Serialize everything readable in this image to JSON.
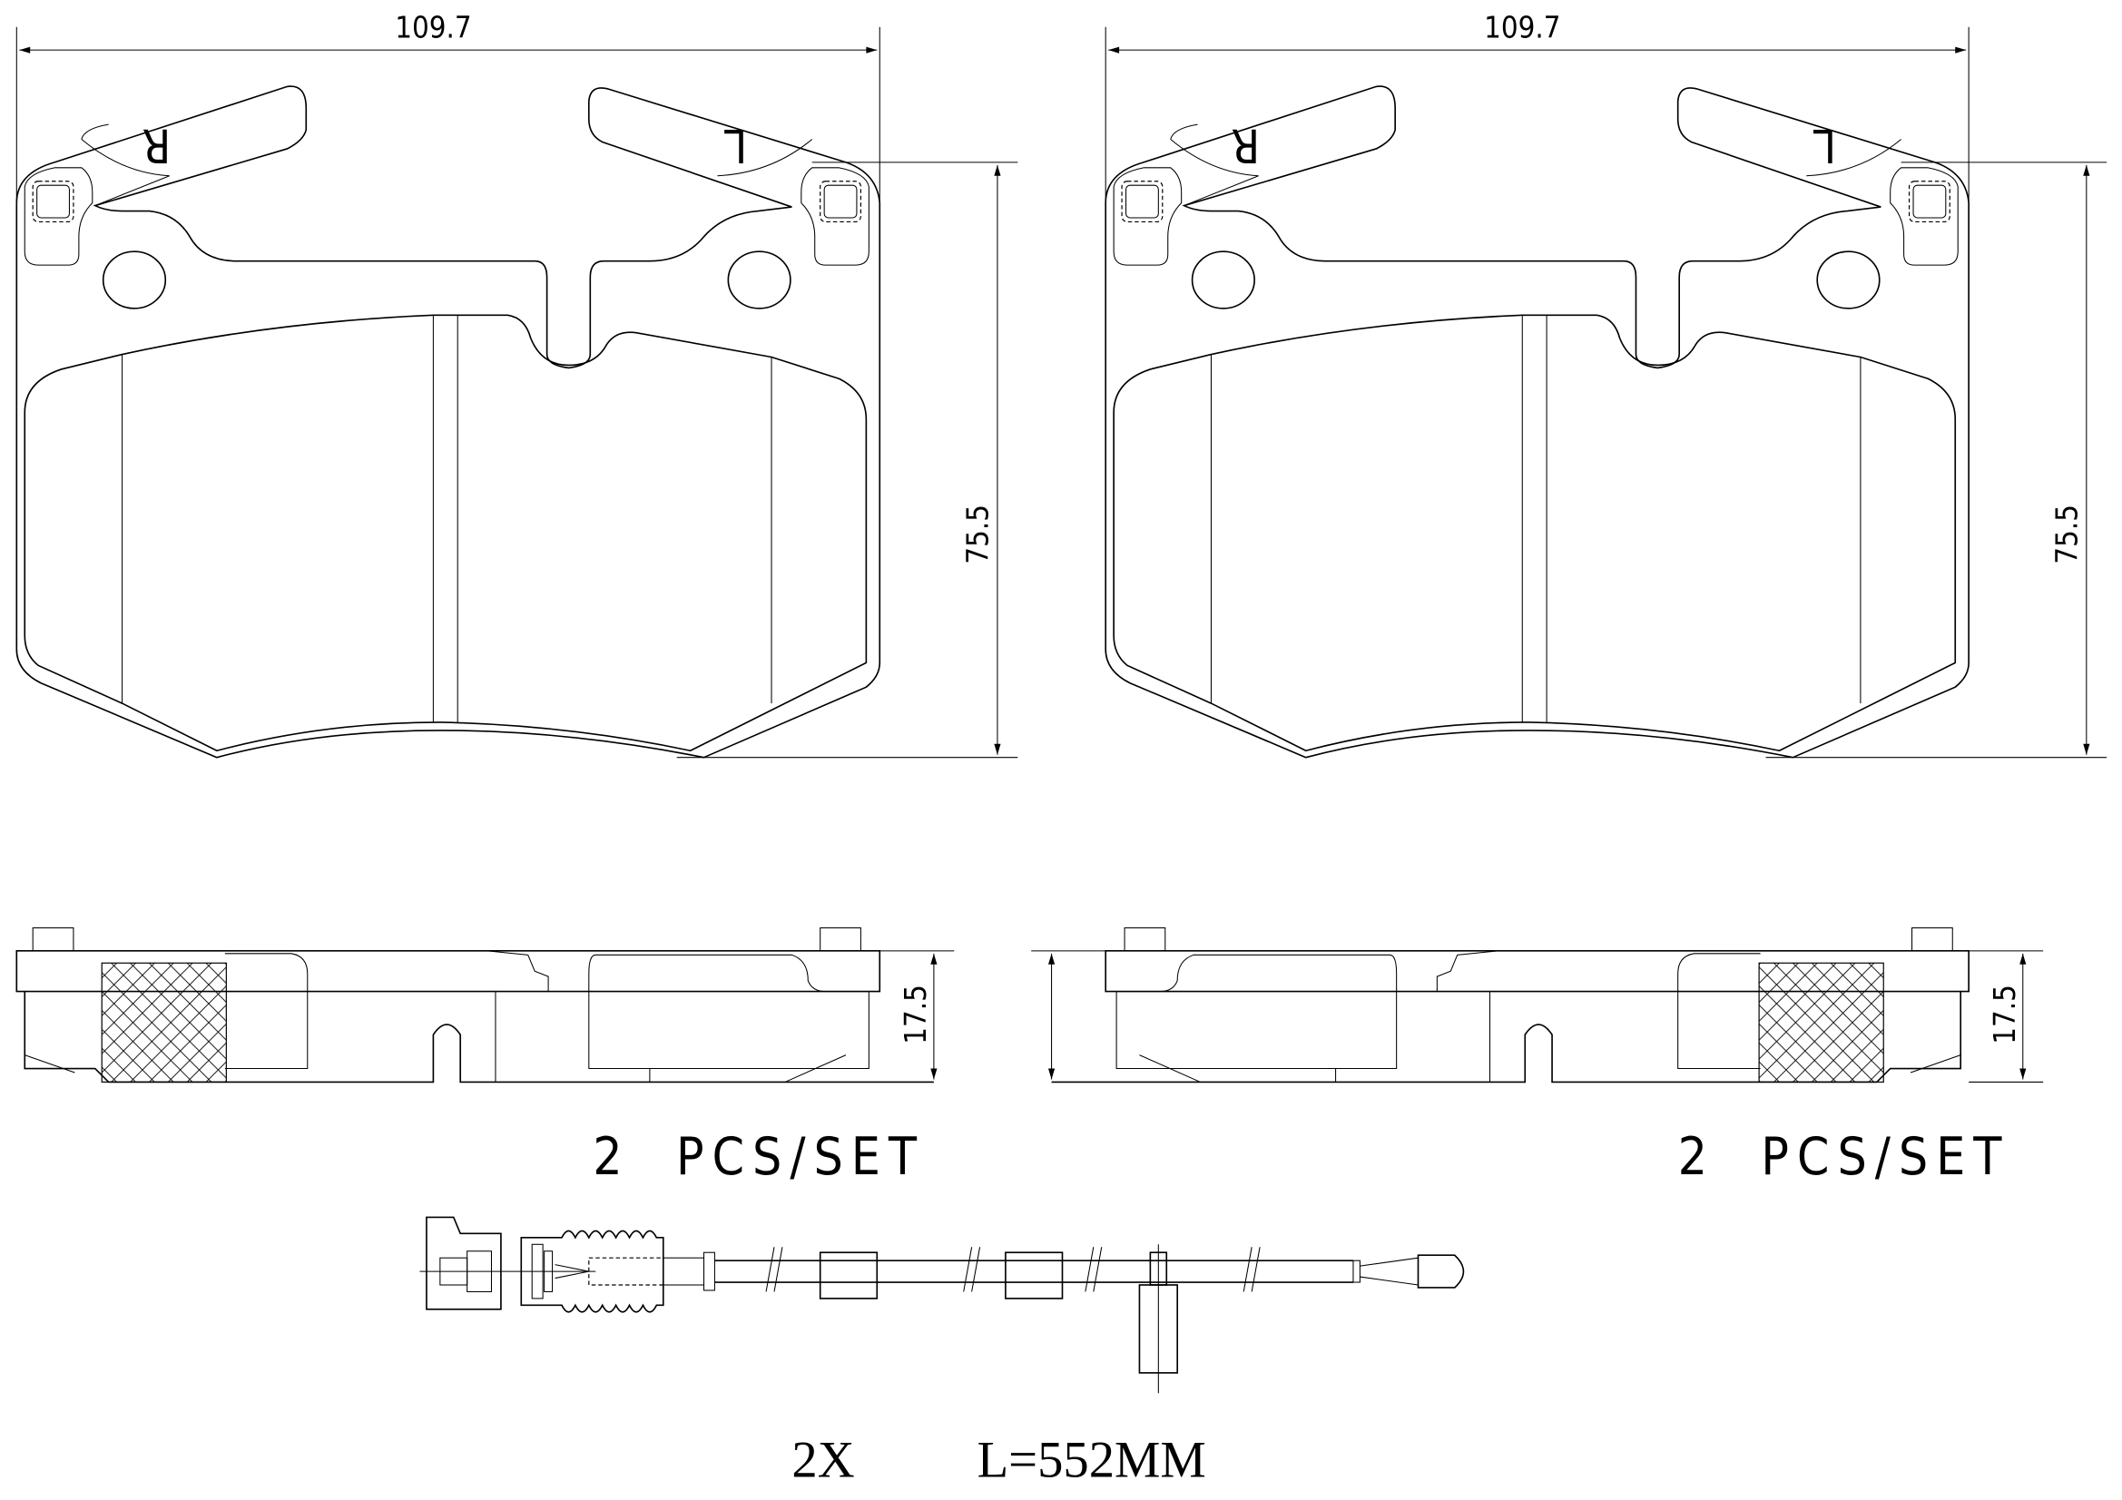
{
  "drawing": {
    "pads": [
      {
        "width_dim": "109.7",
        "height_dim": "75.5",
        "ear_labels": [
          "R",
          "L"
        ]
      },
      {
        "width_dim": "109.7",
        "height_dim": "75.5",
        "ear_labels": [
          "R",
          "L"
        ]
      }
    ],
    "side_views": [
      {
        "thickness_dim": "17.5",
        "quantity": "2  PCS/SET"
      },
      {
        "thickness_dim": "17.5",
        "quantity": "2  PCS/SET"
      }
    ],
    "sensor": {
      "count": "2X",
      "length": "L=552MM"
    },
    "line_color": "#000000",
    "background": "#ffffff"
  }
}
